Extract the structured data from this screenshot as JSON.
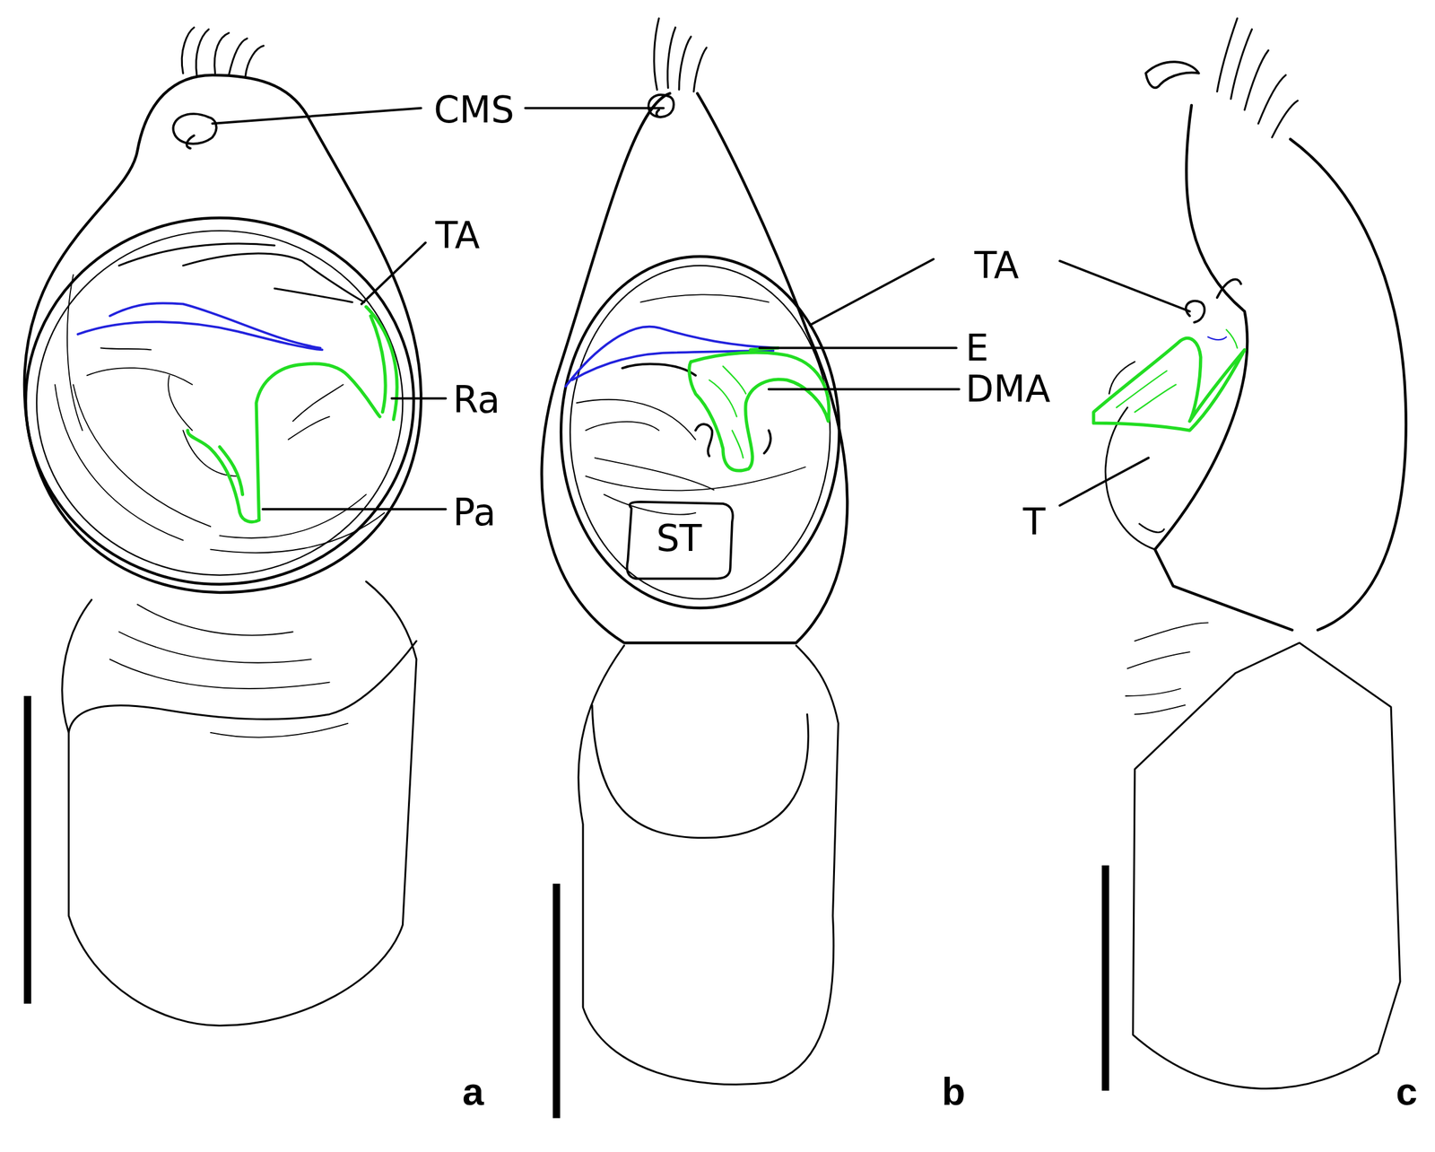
{
  "diagram": {
    "labels": [
      "CMS",
      "TA",
      "Ra",
      "Pa",
      "TA",
      "E",
      "DMA",
      "ST",
      "T",
      "a",
      "b",
      "c"
    ]
  }
}
